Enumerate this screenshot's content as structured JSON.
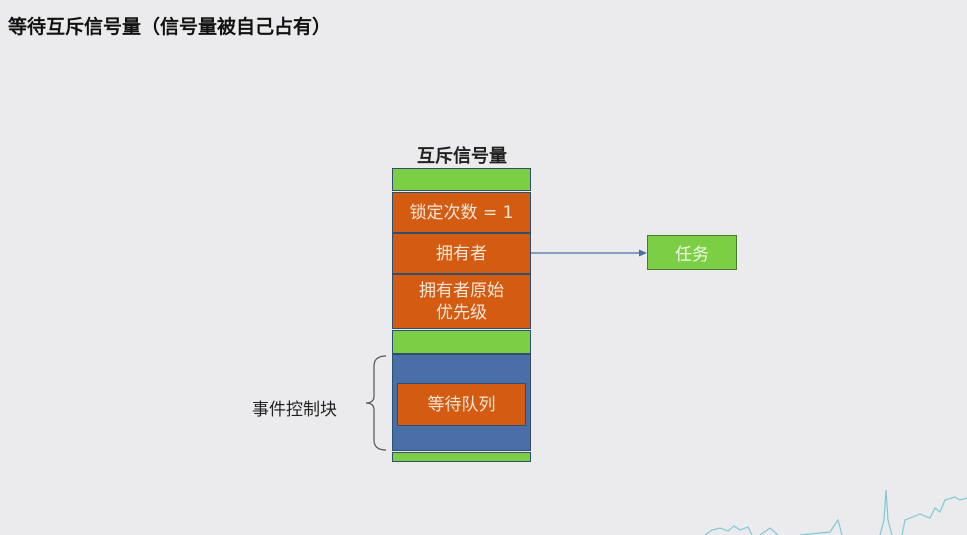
{
  "title": "等待互斥信号量（信号量被自己占有）",
  "stack": {
    "title": "互斥信号量",
    "lock_count": "锁定次数 = 1",
    "owner": "拥有者",
    "owner_priority_line1": "拥有者原始",
    "owner_priority_line2": "优先级",
    "wait_queue": "等待队列"
  },
  "task": "任务",
  "ecb_label": "事件控制块",
  "colors": {
    "green": "#7ccf44",
    "orange": "#d45b12",
    "blue": "#4a6fa8",
    "arrow": "#4a6fa8"
  }
}
